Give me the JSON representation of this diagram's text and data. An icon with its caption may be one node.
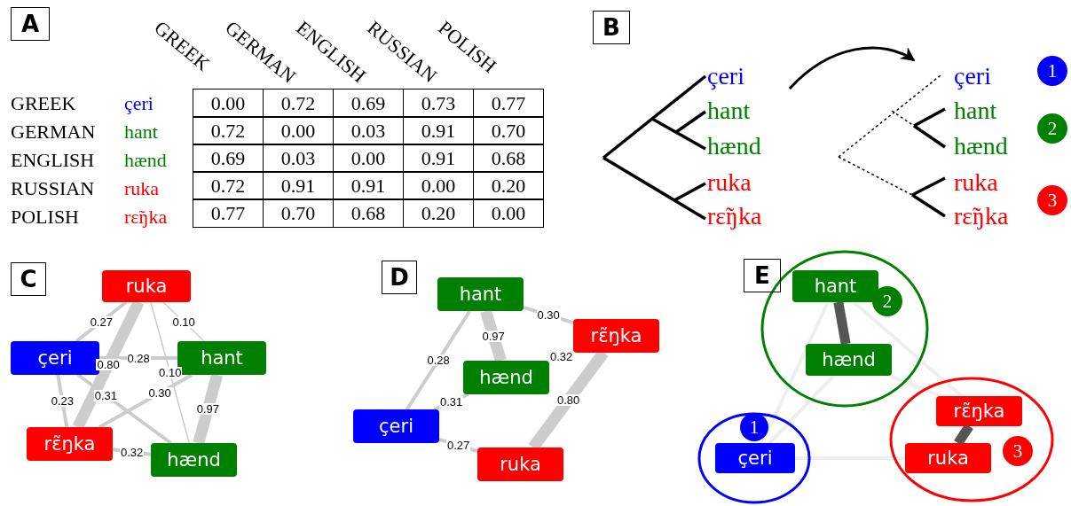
{
  "diagram": {
    "nodes": [
      {
        "text": [
          "çeri",
          "hant",
          "hænd",
          "ruka",
          "rɛ̃ŋka"
        ]
      },
      {
        "text": [
          "çeri",
          "hant",
          "hænd",
          "ruka",
          "rɛ̃ŋka"
        ]
      },
      {
        "text": [
          "1"
        ]
      },
      {
        "text": [
          "2"
        ]
      },
      {
        "text": [
          "3"
        ]
      },
      {
        "text": [
          "ruka"
        ]
      },
      {
        "text": [
          "çeri"
        ]
      },
      {
        "text": [
          "hant"
        ]
      },
      {
        "text": [
          "rɛ̃ŋka"
        ]
      },
      {
        "text": [
          "hænd"
        ]
      },
      {
        "text": [
          "hant"
        ]
      },
      {
        "text": [
          "rɛ̃ŋka"
        ]
      },
      {
        "text": [
          "hænd"
        ]
      },
      {
        "text": [
          "çeri"
        ]
      },
      {
        "text": [
          "ruka"
        ]
      },
      {
        "text": [],
        "shape": "circle"
      },
      {
        "text": [
          "hant"
        ],
        "in": 15
      },
      {
        "text": [
          "2"
        ],
        "in": 15
      },
      {
        "text": [
          "hænd"
        ],
        "in": 15
      },
      {
        "text": [],
        "shape": "circle"
      },
      {
        "text": [
          "1"
        ],
        "in": 19
      },
      {
        "text": [
          "çeri"
        ],
        "in": 19
      },
      {
        "text": [],
        "shape": "circle"
      },
      {
        "text": [
          "rɛ̃ŋka"
        ],
        "in": 22
      },
      {
        "text": [
          "3"
        ],
        "in": 22
      },
      {
        "text": [
          "ruka"
        ],
        "in": 22
      }
    ],
    "edges": [
      {
        "from": 0,
        "to": 1,
        "arrow": "to",
        "color": "#000000"
      },
      {
        "from": 5,
        "to": 6,
        "arrow": "none",
        "label": "0.27"
      },
      {
        "from": 5,
        "to": 7,
        "arrow": "none",
        "label": "0.10"
      },
      {
        "from": 6,
        "to": 7,
        "arrow": "none",
        "label": "0.28"
      },
      {
        "from": 5,
        "to": 8,
        "arrow": "none",
        "label": "0.80",
        "style": "thick"
      },
      {
        "from": 5,
        "to": 9,
        "arrow": "none",
        "label": "0.10"
      },
      {
        "from": 6,
        "to": 8,
        "arrow": "none",
        "label": "0.23"
      },
      {
        "from": 6,
        "to": 9,
        "arrow": "none",
        "label": "0.31"
      },
      {
        "from": 7,
        "to": 8,
        "arrow": "none",
        "label": "0.30"
      },
      {
        "from": 7,
        "to": 9,
        "arrow": "none",
        "label": "0.97",
        "style": "thick"
      },
      {
        "from": 8,
        "to": 9,
        "arrow": "none",
        "label": "0.32"
      },
      {
        "from": 10,
        "to": 11,
        "arrow": "none",
        "label": "0.30"
      },
      {
        "from": 10,
        "to": 12,
        "arrow": "none",
        "label": "0.97",
        "style": "thick"
      },
      {
        "from": 10,
        "to": 13,
        "arrow": "none",
        "label": "0.28"
      },
      {
        "from": 12,
        "to": 11,
        "arrow": "none",
        "label": "0.32"
      },
      {
        "from": 13,
        "to": 12,
        "arrow": "none",
        "label": "0.31"
      },
      {
        "from": 11,
        "to": 14,
        "arrow": "none",
        "label": "0.80",
        "style": "thick"
      },
      {
        "from": 13,
        "to": 14,
        "arrow": "none",
        "label": "0.27"
      },
      {
        "from": 16,
        "to": 18,
        "arrow": "none",
        "style": "thick",
        "color": "#555555"
      },
      {
        "from": 23,
        "to": 25,
        "arrow": "none",
        "style": "thick",
        "color": "#555555"
      },
      {
        "from": 21,
        "to": 16,
        "arrow": "none",
        "color": "#eeeeee"
      },
      {
        "from": 21,
        "to": 18,
        "arrow": "none",
        "color": "#eeeeee"
      },
      {
        "from": 16,
        "to": 23,
        "arrow": "none",
        "color": "#eeeeee"
      },
      {
        "from": 18,
        "to": 23,
        "arrow": "none",
        "color": "#eeeeee"
      },
      {
        "from": 21,
        "to": 25,
        "arrow": "none",
        "color": "#eeeeee"
      }
    ],
    "labels": [
      "A",
      "GREEK",
      "GERMAN",
      "ENGLISH",
      "RUSSIAN",
      "POLISH",
      "GREEK",
      "çeri",
      "0.00",
      "0.72",
      "0.69",
      "0.73",
      "0.77",
      "GERMAN",
      "hant",
      "0.72",
      "0.00",
      "0.03",
      "0.91",
      "0.70",
      "ENGLISH",
      "hænd",
      "0.69",
      "0.03",
      "0.00",
      "0.91",
      "0.68",
      "RUSSIAN",
      "ruka",
      "0.72",
      "0.91",
      "0.91",
      "0.00",
      "0.20",
      "POLISH",
      "rɛ̃ŋka",
      "0.77",
      "0.70",
      "0.68",
      "0.20",
      "0.00",
      "B",
      "C",
      "D",
      "E"
    ]
  }
}
